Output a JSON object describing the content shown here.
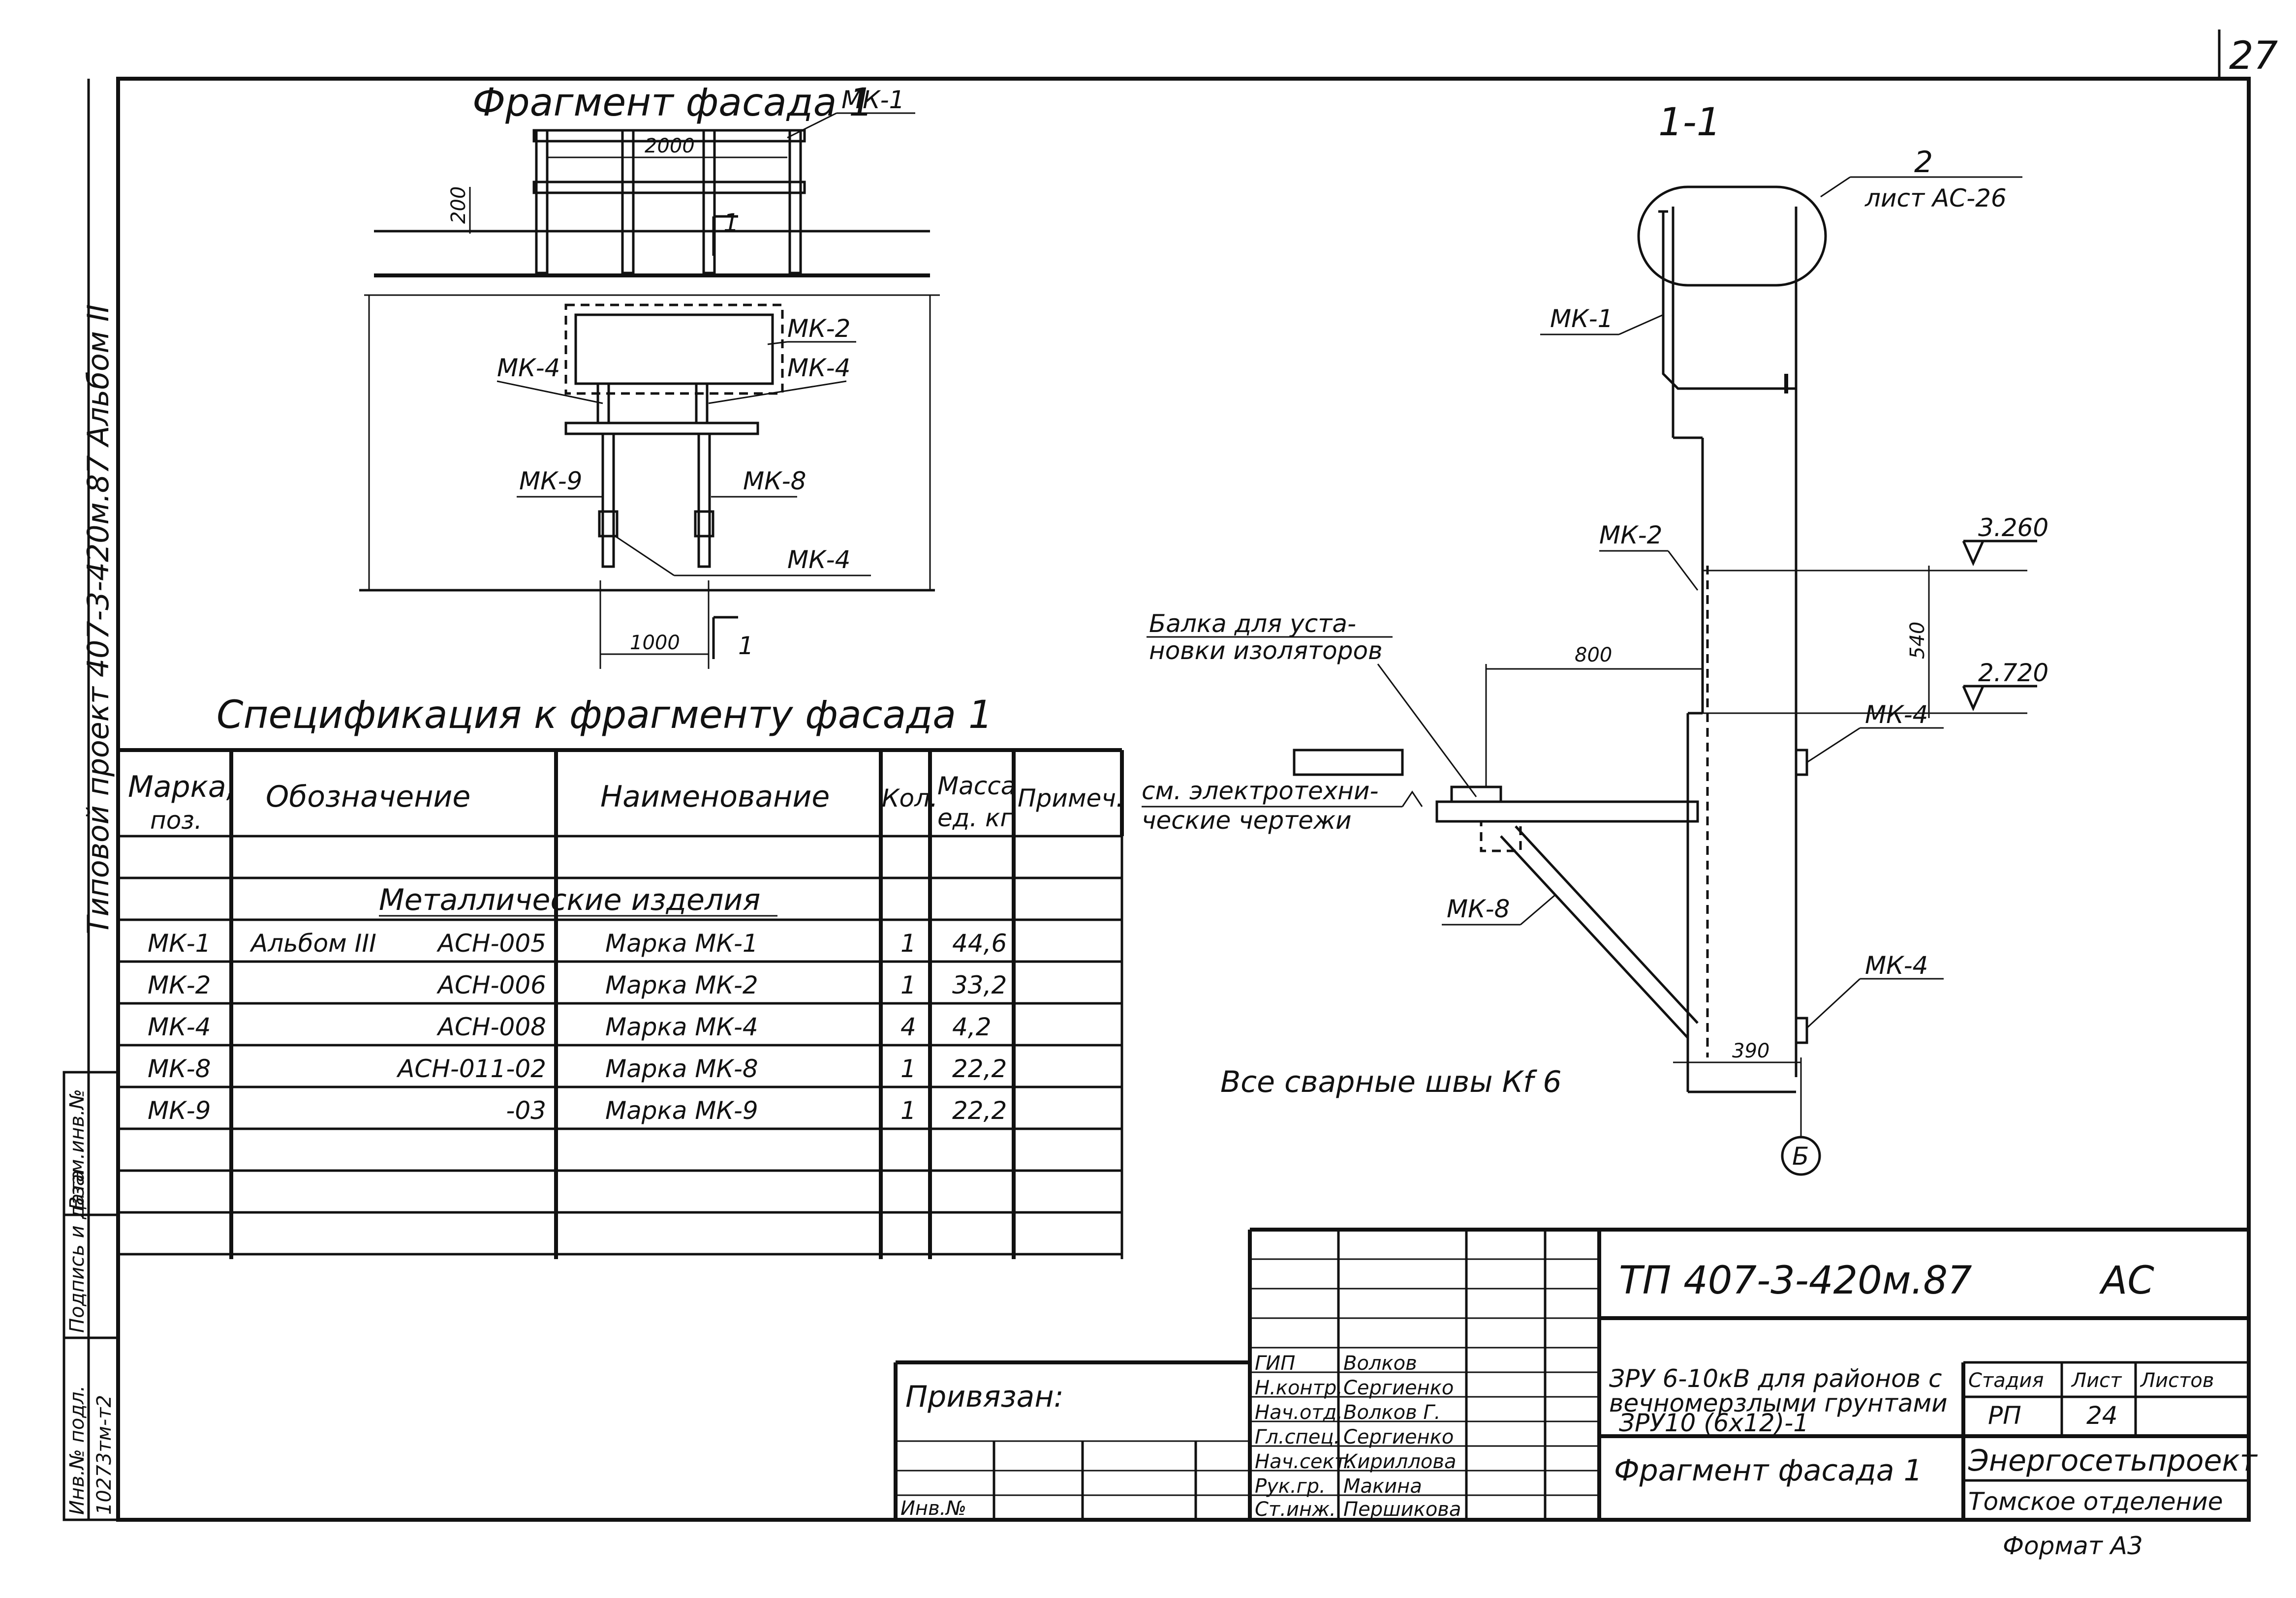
{
  "page_number": "27",
  "side_label": {
    "text": "Типовой проект 407-3-420м.87 Альбом II"
  },
  "fragment": {
    "title": "Фрагмент фасада 1",
    "dims": {
      "top_span": "2000",
      "height": "200",
      "bottom_span": "1000"
    },
    "section_mark": "1",
    "marks": [
      "МК-1",
      "МК-2",
      "МК-4",
      "МК-4",
      "МК-9",
      "МК-8",
      "МК-4"
    ]
  },
  "section": {
    "title": "1-1",
    "callout_num": "2",
    "callout_sheet": "лист АС-26",
    "beam_note_1": "Балка для уста-",
    "beam_note_2": "новки изоляторов",
    "elec_note_1": "см. электротехни-",
    "elec_note_2": "ческие чертежи",
    "dim_800": "800",
    "dim_540": "540",
    "dim_390": "390",
    "elev_top": "3.260",
    "elev_bottom": "2.720",
    "axis": "Б",
    "marks": {
      "mk1": "МК-1",
      "mk2": "МК-2",
      "mk4a": "МК-4",
      "mk8": "МК-8",
      "mk4b": "МК-4"
    },
    "weld_note": "Все сварные швы Кf 6"
  },
  "spec": {
    "title": "Спецификация к фрагменту фасада 1",
    "headers": {
      "mark": [
        "Марка,",
        "поз."
      ],
      "designation": "Обозначение",
      "name": "Наименование",
      "qty": "Кол.",
      "mass": [
        "Масса",
        "ед. кг"
      ],
      "note": "Примеч."
    },
    "group_title": "Металлические изделия",
    "rows": [
      {
        "mark": "МК-1",
        "album": "Альбом III",
        "code": "АСН-005",
        "name": "Марка МК-1",
        "qty": "1",
        "mass": "44,6"
      },
      {
        "mark": "МК-2",
        "album": "",
        "code": "АСН-006",
        "name": "Марка МК-2",
        "qty": "1",
        "mass": "33,2"
      },
      {
        "mark": "МК-4",
        "album": "",
        "code": "АСН-008",
        "name": "Марка МК-4",
        "qty": "4",
        "mass": "4,2"
      },
      {
        "mark": "МК-8",
        "album": "",
        "code": "АСН-011-02",
        "name": "Марка МК-8",
        "qty": "1",
        "mass": "22,2"
      },
      {
        "mark": "МК-9",
        "album": "",
        "code": "-03",
        "name": "Марка МК-9",
        "qty": "1",
        "mass": "22,2"
      }
    ]
  },
  "left_strip": {
    "inv_no_label": "Инв.№ подл.",
    "inv_no_value": "10273тм-т2",
    "sign_label": "Подпись и дата",
    "swap_label": "Взам.инв.№"
  },
  "title_block": {
    "code": "ТП 407-3-420м.87",
    "doc_type": "АС",
    "project_title_1": "ЗРУ 6-10кВ для районов с",
    "project_title_2": "вечномерзлыми грунтами",
    "project_title_3": "ЗРУ10 (6х12)-1",
    "sheet_title": "Фрагмент фасада 1",
    "stage_label": "Стадия",
    "sheet_label": "Лист",
    "sheets_label": "Листов",
    "stage": "РП",
    "sheet": "24",
    "org": "Энергосетьпроект",
    "org_division": "Томское отделение",
    "format": "Формат А3",
    "bound_label": "Привязан:",
    "inv_label": "Инв.№",
    "roles": [
      {
        "role": "ГИП",
        "name": "Волков"
      },
      {
        "role": "Н.контр.",
        "name": "Сергиенко"
      },
      {
        "role": "Нач.отд.",
        "name": "Волков Г."
      },
      {
        "role": "Гл.спец.",
        "name": "Сергиенко"
      },
      {
        "role": "Нач.сект.",
        "name": "Кириллова"
      },
      {
        "role": "Рук.гр.",
        "name": "Макина"
      },
      {
        "role": "Ст.инж.",
        "name": "Першикова"
      }
    ]
  }
}
